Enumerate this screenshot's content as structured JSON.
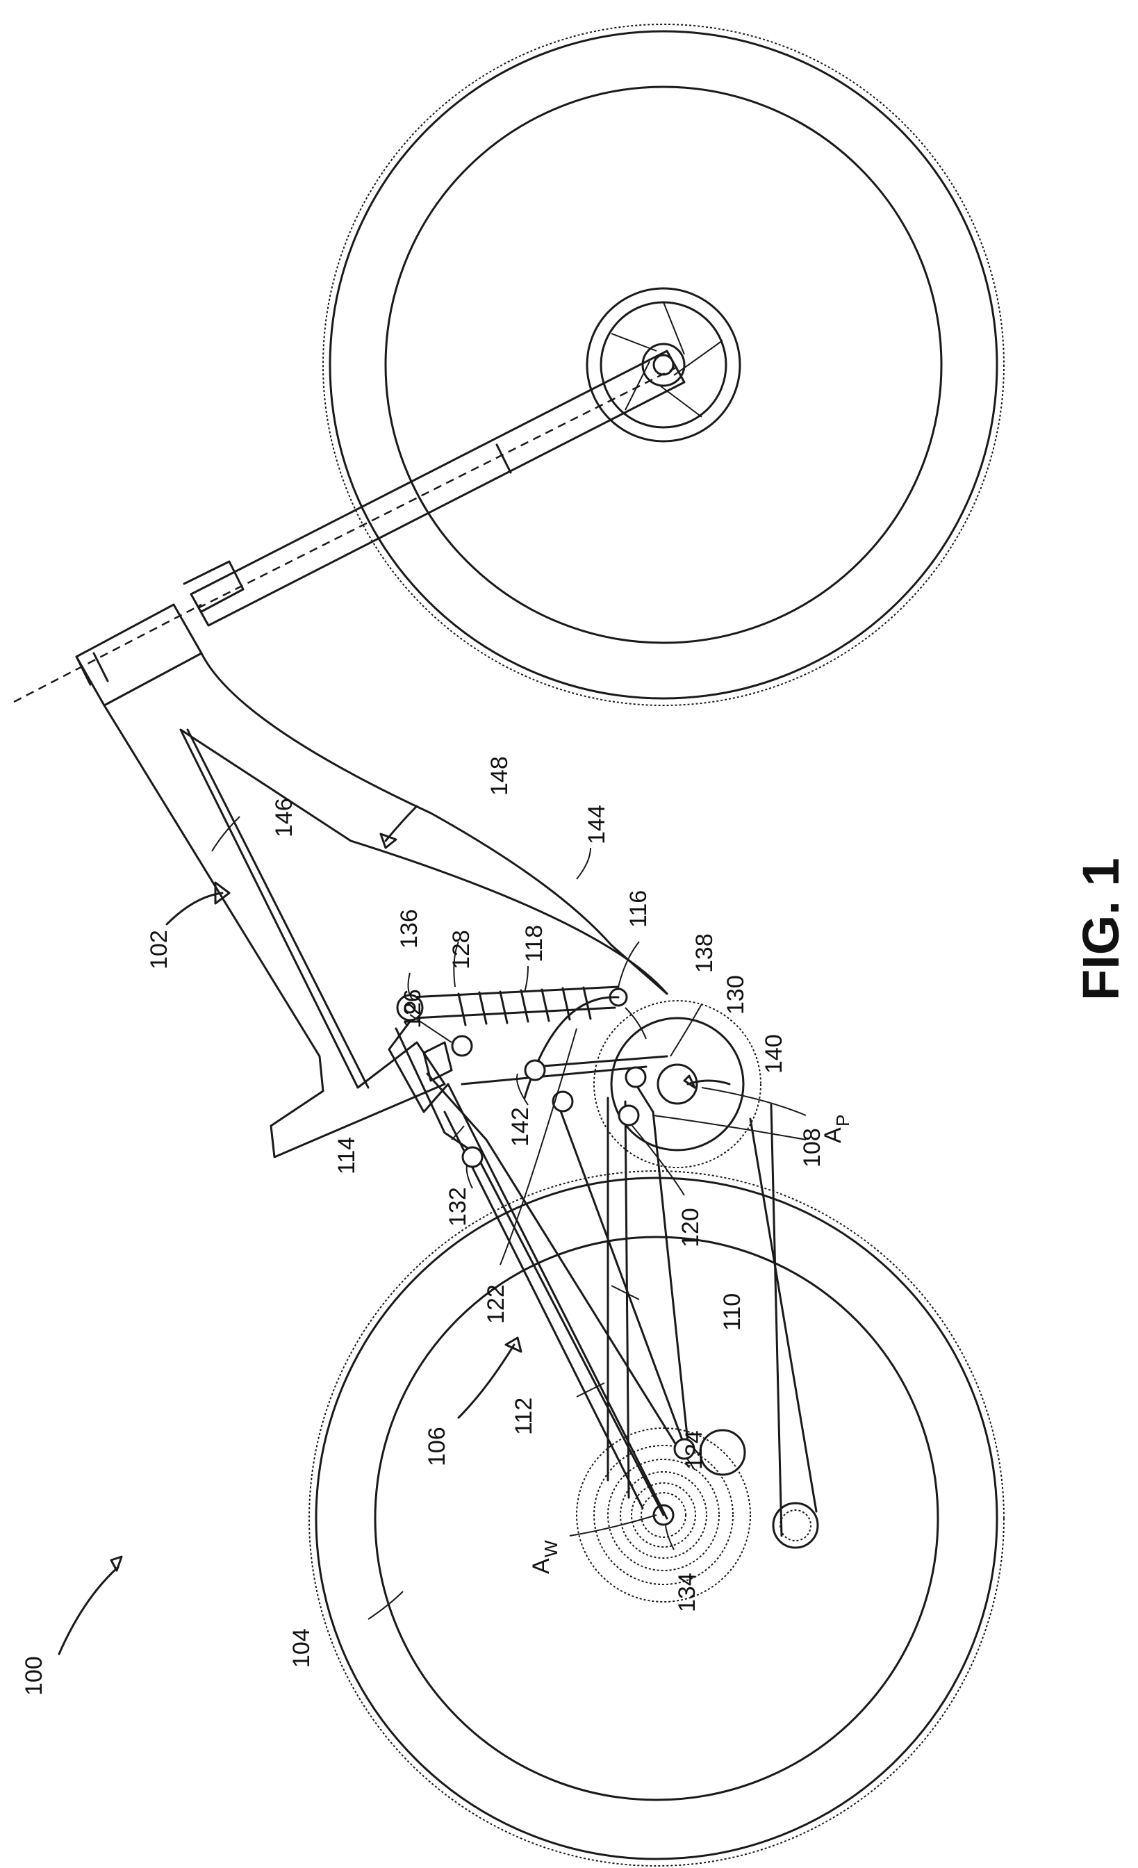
{
  "figure": {
    "caption": "FIG. 1",
    "labels": {
      "l100": "100",
      "l102": "102",
      "l104": "104",
      "l106": "106",
      "l108": "108",
      "l110": "110",
      "l112": "112",
      "l114": "114",
      "l116": "116",
      "l118": "118",
      "l120": "120",
      "l122": "122",
      "l124": "124",
      "l126": "126",
      "l128": "128",
      "l130": "130",
      "l132": "132",
      "l134": "134",
      "l136": "136",
      "l138": "138",
      "l140": "140",
      "l142": "142",
      "l144": "144",
      "l146": "146",
      "l148": "148",
      "ap_main": "A",
      "ap_sub": "P",
      "aw_main": "A",
      "aw_sub": "W"
    }
  }
}
